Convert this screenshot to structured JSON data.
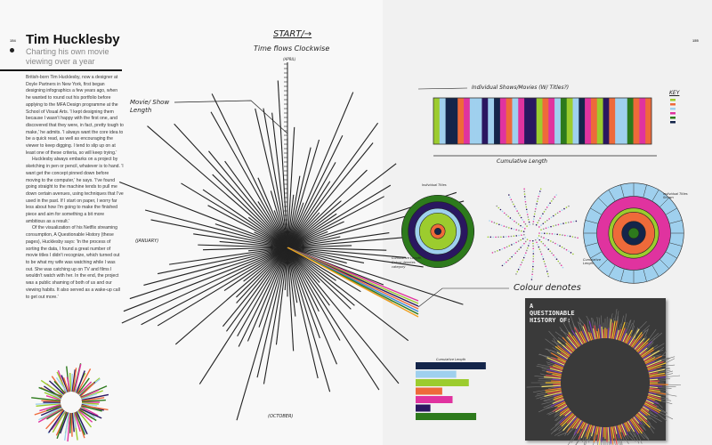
{
  "page_left": {
    "page_number": "154",
    "title": "Tim Hucklesby",
    "subtitle": "Charting his own movie viewing over a year",
    "paragraphs": [
      "British-born Tim Hucklesby, now a designer at Doyle Partners in New York, first began designing infographics a few years ago, when he wanted to round out his portfolio before applying to the MFA Design programme at the School of Visual Arts. 'I kept designing them because I wasn't happy with the first one, and discovered that they were, in fact, pretty tough to make,' he admits. 'I always want the core idea to be a quick read, as well as encouraging the viewer to keep digging. I tend to slip up on at least one of these criteria, so will keep trying.'",
      "Hucklesby always embarks on a project by sketching in pen or pencil, whatever is to hand. 'I want get the concept pinned down before moving to the computer,' he says. 'I've found going straight to the machine tends to pull me down certain avenues, using techniques that I've used in the past. If I start on paper, I worry far less about how I'm going to make the finished piece and aim for something a bit more ambitious as a result.'",
      "Of the visualization of his Netflix streaming consumption, A Questionable History (these pages), Hucklesby says: 'In the process of sorting the data, I found a great number of movie titles I didn't recognize, which turned out to be what my wife was watching while I was out. She was catching up on TV and films I wouldn't watch with her. In the end, the project was a public shaming of both of us and our viewing habits. It also served as a wake-up call to get out more.'"
    ]
  },
  "page_right": {
    "page_number": "155"
  },
  "sketch": {
    "start": "START/→",
    "time_flows": "Time flows Clockwise",
    "april": "(APRIL)",
    "movie_length": "Movie/ Show Length",
    "january": "(JANUARY)",
    "october": "(OCTOBER)",
    "individual_shows": "Individual Shows/Movies (W/ Titles?)",
    "key": "KEY",
    "cumulative_length": "Cumulative Length",
    "individual_titles": "Individual Titles",
    "cumulative_category": "Cumulative Length, Colour denotes category",
    "individual_titles_2": "Individual Titles Shown",
    "cumulative_length_2": "Cumulative Length",
    "colour_denotes": "Colour denotes",
    "bar_chart_title": "Cumulative Length"
  },
  "poster": {
    "title": "A QUESTIONABLE HISTORY OF:"
  },
  "colors": {
    "navy": "#14254a",
    "lightblue": "#9fd0ee",
    "lime": "#9ccc2e",
    "orange": "#ee6a3a",
    "magenta": "#e0339f",
    "purple": "#2a1760",
    "green": "#2d7a1c"
  }
}
